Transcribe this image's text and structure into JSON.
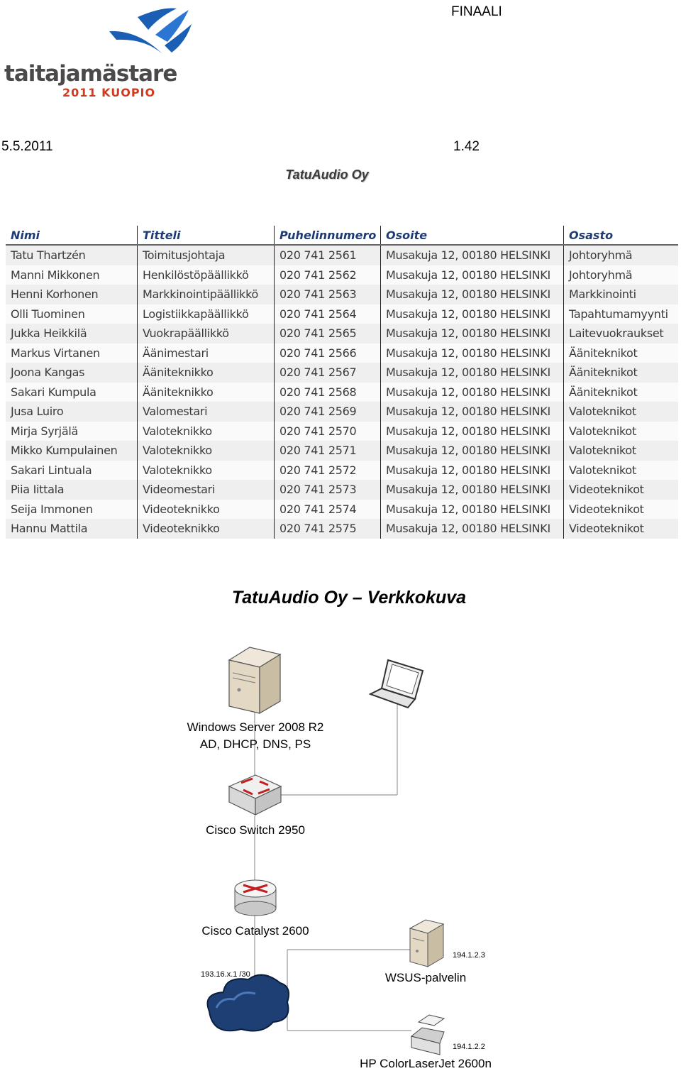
{
  "header": {
    "right_text": "FINAALI",
    "date": "5.5.2011",
    "page_number": "1.42"
  },
  "logo": {
    "word": "taitajamästare",
    "sub": "2011 KUOPIO"
  },
  "company_title": "TatuAudio Oy",
  "table": {
    "columns": [
      "Nimi",
      "Titteli",
      "Puhelinnumero",
      "Osoite",
      "Osasto"
    ],
    "rows": [
      [
        "Tatu Thartzén",
        "Toimitusjohtaja",
        "020 741 2561",
        "Musakuja 12, 00180 HELSINKI",
        "Johtoryhmä"
      ],
      [
        "Manni Mikkonen",
        "Henkilöstöpäällikkö",
        "020 741 2562",
        "Musakuja 12, 00180 HELSINKI",
        "Johtoryhmä"
      ],
      [
        "Henni Korhonen",
        "Markkinointipäällikkö",
        "020 741 2563",
        "Musakuja 12, 00180 HELSINKI",
        "Markkinointi"
      ],
      [
        "Olli Tuominen",
        "Logistiikkapäällikkö",
        "020 741 2564",
        "Musakuja 12, 00180 HELSINKI",
        "Tapahtumamyynti"
      ],
      [
        "Jukka Heikkilä",
        "Vuokrapäällikkö",
        "020 741 2565",
        "Musakuja 12, 00180 HELSINKI",
        "Laitevuokraukset"
      ],
      [
        "Markus Virtanen",
        "Äänimestari",
        "020 741 2566",
        "Musakuja 12, 00180 HELSINKI",
        "Ääniteknikot"
      ],
      [
        "Joona Kangas",
        "Ääniteknikko",
        "020 741 2567",
        "Musakuja 12, 00180 HELSINKI",
        "Ääniteknikot"
      ],
      [
        "Sakari Kumpula",
        "Ääniteknikko",
        "020 741 2568",
        "Musakuja 12, 00180 HELSINKI",
        "Ääniteknikot"
      ],
      [
        "Jusa Luiro",
        "Valomestari",
        "020 741 2569",
        "Musakuja 12, 00180 HELSINKI",
        "Valoteknikot"
      ],
      [
        "Mirja Syrjälä",
        "Valoteknikko",
        "020 741 2570",
        "Musakuja 12, 00180 HELSINKI",
        "Valoteknikot"
      ],
      [
        "Mikko Kumpulainen",
        "Valoteknikko",
        "020 741 2571",
        "Musakuja 12, 00180 HELSINKI",
        "Valoteknikot"
      ],
      [
        "Sakari Lintuala",
        "Valoteknikko",
        "020 741 2572",
        "Musakuja 12, 00180 HELSINKI",
        "Valoteknikot"
      ],
      [
        "Piia Iittala",
        "Videomestari",
        "020 741 2573",
        "Musakuja 12, 00180 HELSINKI",
        "Videoteknikot"
      ],
      [
        "Seija Immonen",
        "Videoteknikko",
        "020 741 2574",
        "Musakuja 12, 00180 HELSINKI",
        "Videoteknikot"
      ],
      [
        "Hannu Mattila",
        "Videoteknikko",
        "020 741 2575",
        "Musakuja 12, 00180 HELSINKI",
        "Videoteknikot"
      ]
    ]
  },
  "network": {
    "title": "TatuAudio Oy – Verkkokuva",
    "server_label_1": "Windows Server 2008 R2",
    "server_label_2": "AD, DHCP, DNS, PS",
    "switch_label": "Cisco Switch 2950",
    "router_label": "Cisco Catalyst 2600",
    "cloud_ip": "193.16.x.1 /30",
    "wsus_label": "WSUS-palvelin",
    "wsus_ip": "194.1.2.3",
    "printer_label": "HP ColorLaserJet 2600n",
    "printer_ip": "194.1.2.2",
    "icons": [
      "server-tower-icon",
      "laptop-icon",
      "switch-icon",
      "router-icon",
      "cloud-icon",
      "printer-icon"
    ]
  },
  "colors": {
    "logo_blue": "#1a5fb4",
    "logo_red": "#d23a1e",
    "header_blue": "#1f3b73",
    "cloud": "#1e3f73"
  }
}
